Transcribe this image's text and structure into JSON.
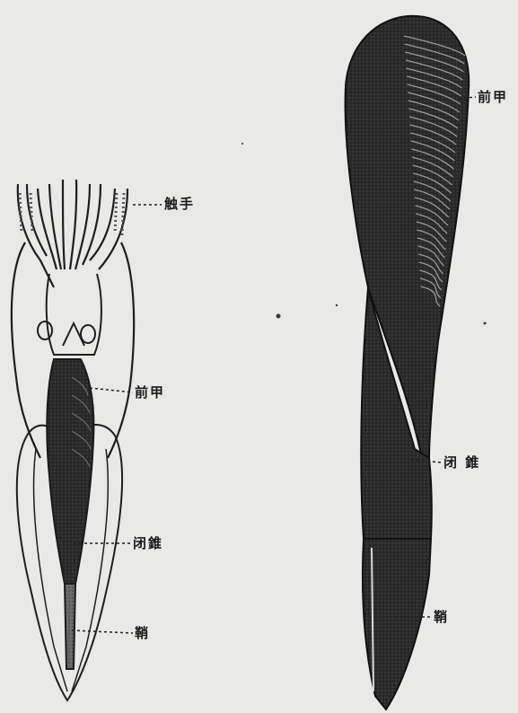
{
  "diagram": {
    "left_specimen": {
      "labels": {
        "tentacles": "触手",
        "front_shell": "前甲",
        "closing_cone": "闭錐",
        "sheath": "鞘"
      }
    },
    "right_specimen": {
      "labels": {
        "front_shell": "前甲",
        "closing_cone": "闭 錐",
        "sheath": "鞘"
      }
    },
    "colors": {
      "paper": "#e9e9e7",
      "ink": "#1f1f1f",
      "shell_dark": "#2a2a2a"
    }
  }
}
